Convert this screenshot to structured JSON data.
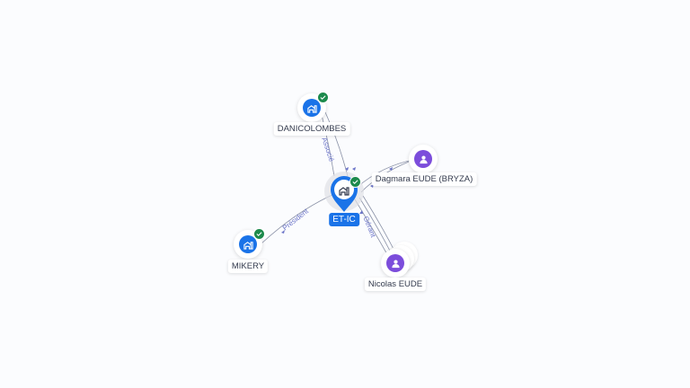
{
  "colors": {
    "background": "#fbfcfe",
    "company": "#1a73e8",
    "person": "#7c4ddb",
    "verified": "#1c8a4c",
    "edge": "#8a91a6",
    "edge_label": "#6b74c8"
  },
  "nodes": [
    {
      "id": "etic",
      "label": "ET-IC",
      "type": "company",
      "role": "center",
      "verified": true,
      "icon": "building-icon"
    },
    {
      "id": "danicolombes",
      "label": "DANICOLOMBES",
      "type": "company",
      "verified": true,
      "icon": "building-icon"
    },
    {
      "id": "mikery",
      "label": "MIKERY",
      "type": "company",
      "verified": true,
      "icon": "building-icon"
    },
    {
      "id": "dagmara",
      "label": "Dagmara EUDE (BRYZA)",
      "type": "person",
      "verified": false,
      "icon": "person-icon"
    },
    {
      "id": "nicolas",
      "label": "Nicolas EUDE",
      "type": "person",
      "verified": false,
      "icon": "person-icon",
      "stacked": true
    }
  ],
  "edges": [
    {
      "from": "danicolombes",
      "to": "etic",
      "label": "Associé"
    },
    {
      "from": "mikery",
      "to": "etic",
      "label": "Président"
    },
    {
      "from": "dagmara",
      "to": "etic",
      "label": ""
    },
    {
      "from": "nicolas",
      "to": "etic",
      "label": "Gérant"
    }
  ]
}
